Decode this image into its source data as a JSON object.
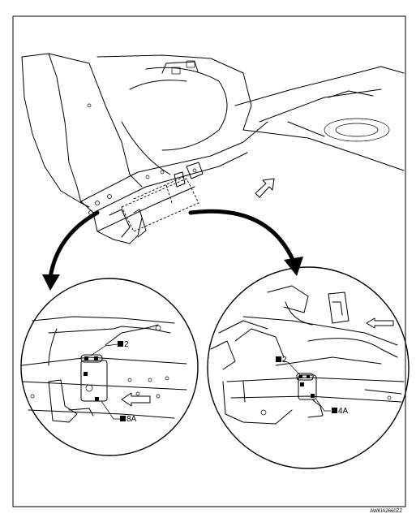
{
  "figure": {
    "code": "AWKIA2660ZZ"
  },
  "left_detail": {
    "callouts": [
      {
        "number": "2",
        "spec": ""
      },
      {
        "number": "8A",
        "spec": ""
      }
    ]
  },
  "right_detail": {
    "callouts": [
      {
        "number": "2",
        "spec": ""
      },
      {
        "number": "4A",
        "spec": ""
      }
    ]
  },
  "icons": [
    "front-arrow-icon",
    "curved-arrow-icon",
    "fastener-symbol-icon"
  ]
}
